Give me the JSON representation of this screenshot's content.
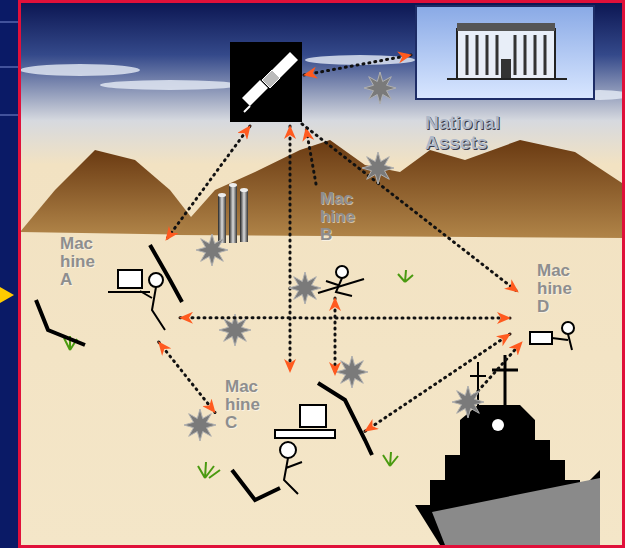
{
  "diagram": {
    "nodes": [
      {
        "text": [
          "National Assets"
        ]
      },
      {
        "text": [
          "Machine A"
        ]
      },
      {
        "text": [
          "Machine B"
        ]
      },
      {
        "text": [
          "Machine C"
        ]
      },
      {
        "text": [
          "Machine D"
        ]
      }
    ],
    "edges": [
      {
        "from": 1,
        "to": 4,
        "arrow": "both"
      },
      {
        "from": 1,
        "to": 3,
        "arrow": "both"
      },
      {
        "from": 2,
        "to": 3,
        "arrow": "both"
      },
      {
        "from": 3,
        "to": 4,
        "arrow": "both"
      }
    ]
  }
}
